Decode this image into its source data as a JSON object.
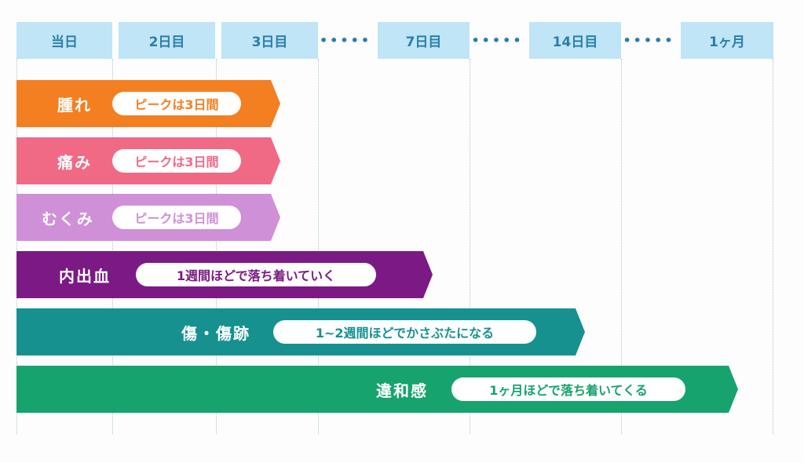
{
  "header": {
    "columns": [
      "当日",
      "2日目",
      "3日目",
      "7日目",
      "14日目",
      "1ヶ月"
    ],
    "separator": "……"
  },
  "colors": {
    "header_bg": "#bfe5f7",
    "header_text": "#2a7fa8"
  },
  "chart_data": {
    "type": "timeline",
    "time_points": [
      "当日",
      "2日目",
      "3日目",
      "7日目",
      "14日目",
      "1ヶ月"
    ],
    "rows": [
      {
        "label": "腫れ",
        "note": "ピークは3日間",
        "ends_at": "3日目",
        "color": "#f47f20"
      },
      {
        "label": "痛み",
        "note": "ピークは3日間",
        "ends_at": "3日目",
        "color": "#f06a86"
      },
      {
        "label": "むくみ",
        "note": "ピークは3日間",
        "ends_at": "3日目",
        "color": "#cf90d8"
      },
      {
        "label": "内出血",
        "note": "1週間ほどで落ち着いていく",
        "ends_at": "7日目",
        "color": "#7b1a84"
      },
      {
        "label": "傷・傷跡",
        "note": "1~2週間ほどでかさぶたになる",
        "ends_at": "14日目",
        "color": "#16918f"
      },
      {
        "label": "違和感",
        "note": "1ヶ月ほどで落ち着いてくる",
        "ends_at": "1ヶ月",
        "color": "#17a36e"
      }
    ]
  }
}
